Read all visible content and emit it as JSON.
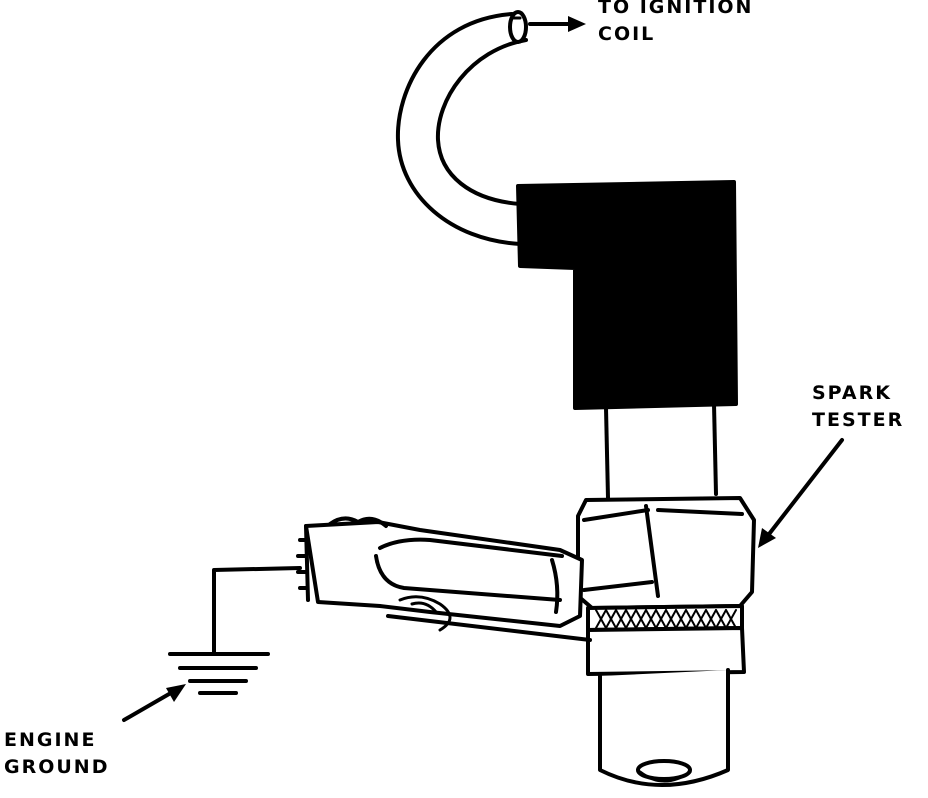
{
  "labels": {
    "ignition_coil": {
      "line1": "TO IGNITION",
      "line2": "COIL"
    },
    "spark_tester": {
      "line1": "SPARK",
      "line2": "TESTER"
    },
    "engine_ground": {
      "line1": "ENGINE",
      "line2": "GROUND"
    }
  },
  "colors": {
    "ink": "#000000",
    "paper": "#ffffff"
  }
}
